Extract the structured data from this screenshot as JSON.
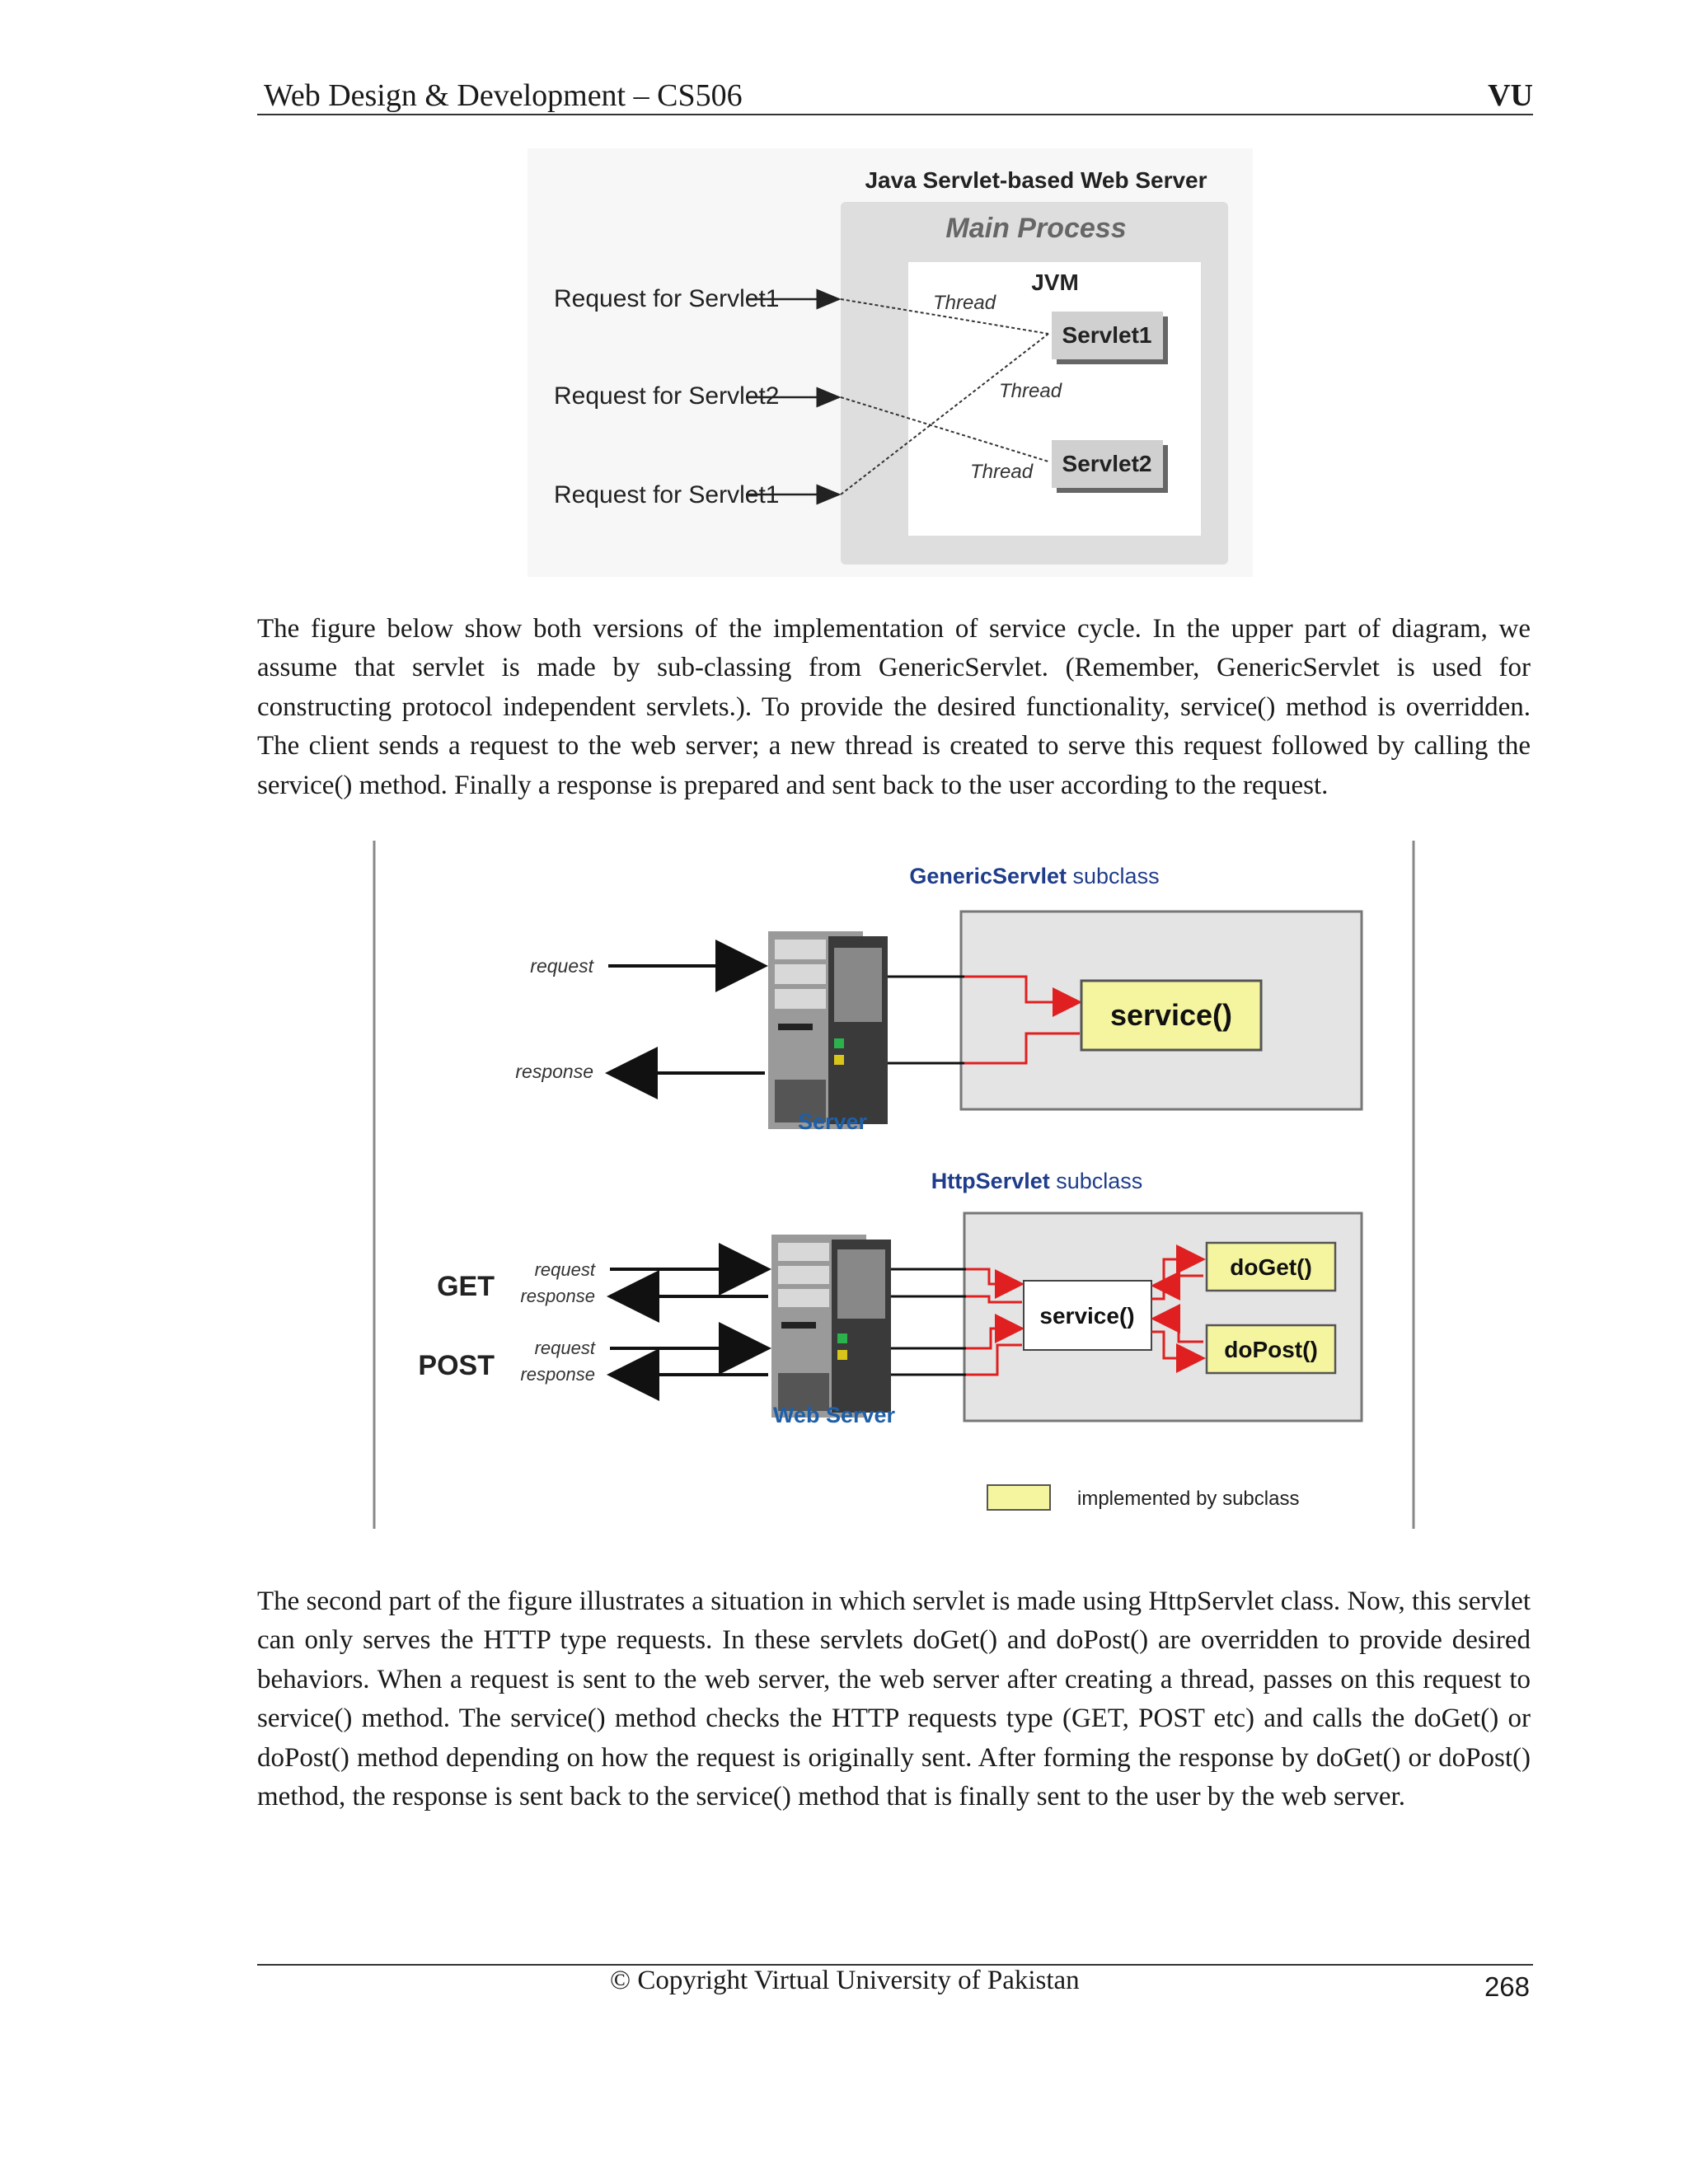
{
  "header": {
    "title": "Web Design & Development – CS506",
    "right": "VU"
  },
  "figure1": {
    "title": "Java Servlet-based Web Server",
    "main_process": "Main Process",
    "jvm": "JVM",
    "requests": [
      "Request for Servlet1",
      "Request for Servlet2",
      "Request for Servlet1"
    ],
    "servlets": [
      "Servlet1",
      "Servlet2"
    ],
    "thread_label": "Thread"
  },
  "paragraph1": "The figure below show both versions of the implementation of service cycle. In the upper part of diagram, we assume that servlet is made by sub-classing from GenericServlet. (Remember, GenericServlet is used for constructing protocol independent servlets.). To provide the desired functionality, service() method is overridden. The client sends a request to the web server; a new thread is created to serve this request followed by calling the service() method. Finally a response is prepared and sent back to the user according to the request.",
  "figure2": {
    "generic_title_bold": "GenericServlet",
    "generic_title_rest": " subclass",
    "request": "request",
    "response": "response",
    "server": "Server",
    "service": "service()",
    "http_title_bold": "HttpServlet",
    "http_title_rest": " subclass",
    "get": "GET",
    "post": "POST",
    "web_server": "Web Server",
    "doget": "doGet()",
    "dopost": "doPost()",
    "legend": "implemented by subclass",
    "colors": {
      "highlight": "#f5f5a0",
      "box": "#e4e4e4",
      "title": "#1f3d8a",
      "arrow_red": "#e02020"
    }
  },
  "paragraph2": "The second part of the figure illustrates a situation in which servlet is made using HttpServlet class. Now, this servlet can only serves the HTTP type requests. In these servlets doGet() and doPost() are overridden to provide desired behaviors. When a request is sent to the web server, the web server after creating a thread, passes on this request to service() method. The service() method checks the HTTP requests type (GET, POST etc) and calls the doGet() or doPost() method depending on how the request is originally sent. After forming the response by doGet() or doPost() method, the response is sent back to the service() method that is finally sent to the user by the web server.",
  "footer": {
    "copyright": "© Copyright Virtual University of Pakistan",
    "page": "268"
  }
}
